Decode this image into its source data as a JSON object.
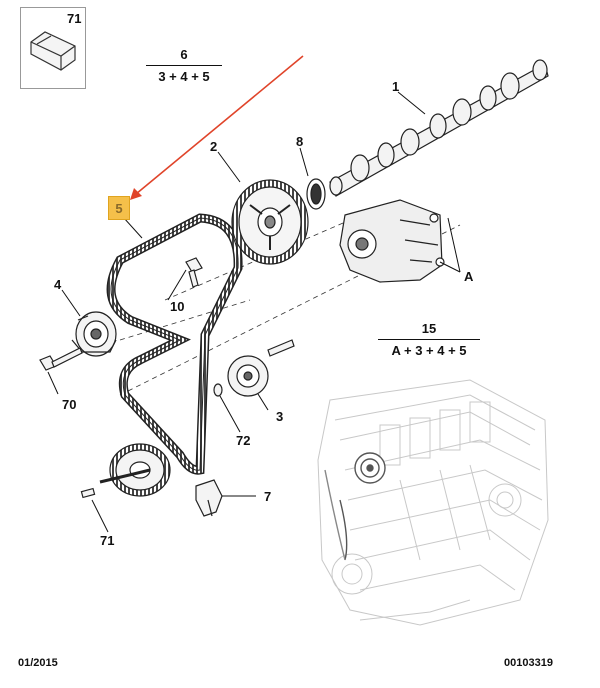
{
  "parts": {
    "ref_box_label": "71",
    "kit_6": {
      "number": "6",
      "formula": "3 + 4 + 5"
    },
    "kit_15": {
      "number": "15",
      "formula": "A + 3 + 4 + 5"
    },
    "camshaft": "1",
    "camshaft_pulley": "2",
    "guide_roller": "3",
    "tensioner": "4",
    "timing_belt": "5",
    "tensioner_bolt": "70",
    "roller_bolt": "72",
    "crank_sensor": "7",
    "oil_seal": "8",
    "pulley_bolt": "10",
    "water_pump": "A",
    "crank_bolt": "71"
  },
  "footer": {
    "date": "01/2015",
    "reference": "00103319"
  },
  "colors": {
    "highlight": "#f5c04a",
    "arrow": "#e0442a",
    "line": "#222222",
    "ghost_engine": "#c8c8c8"
  }
}
